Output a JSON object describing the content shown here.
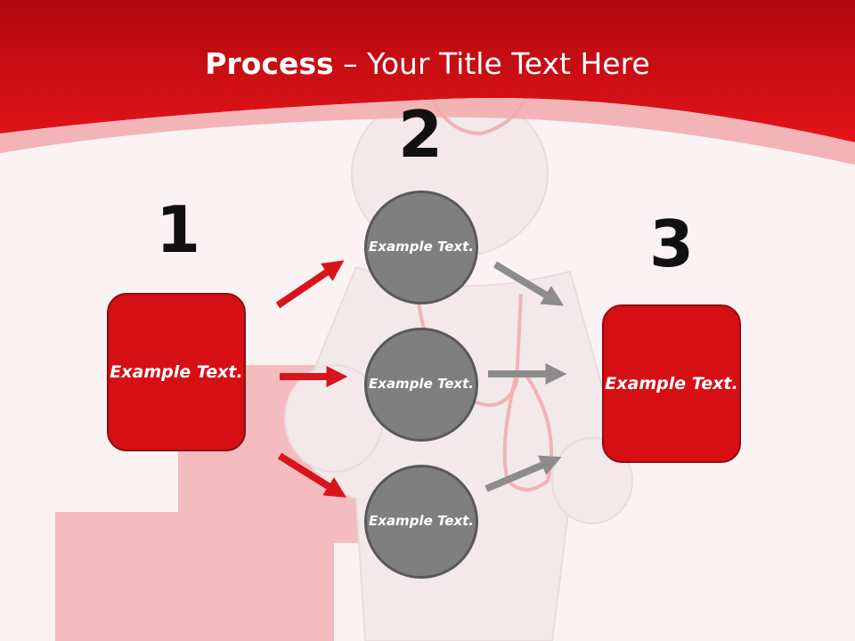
{
  "title": {
    "bold": "Process",
    "rest": " – Your Title Text Here"
  },
  "steps": [
    {
      "number": "1",
      "box_text": "Example Text."
    },
    {
      "number": "2"
    },
    {
      "number": "3",
      "box_text": "Example Text."
    }
  ],
  "circles": [
    {
      "text": "Example Text."
    },
    {
      "text": "Example Text."
    },
    {
      "text": "Example Text."
    }
  ],
  "colors": {
    "red": "#d60f15",
    "gray": "#7f7f7f",
    "arrow_red": "#d9141b",
    "arrow_gray": "#8c8c8c"
  }
}
